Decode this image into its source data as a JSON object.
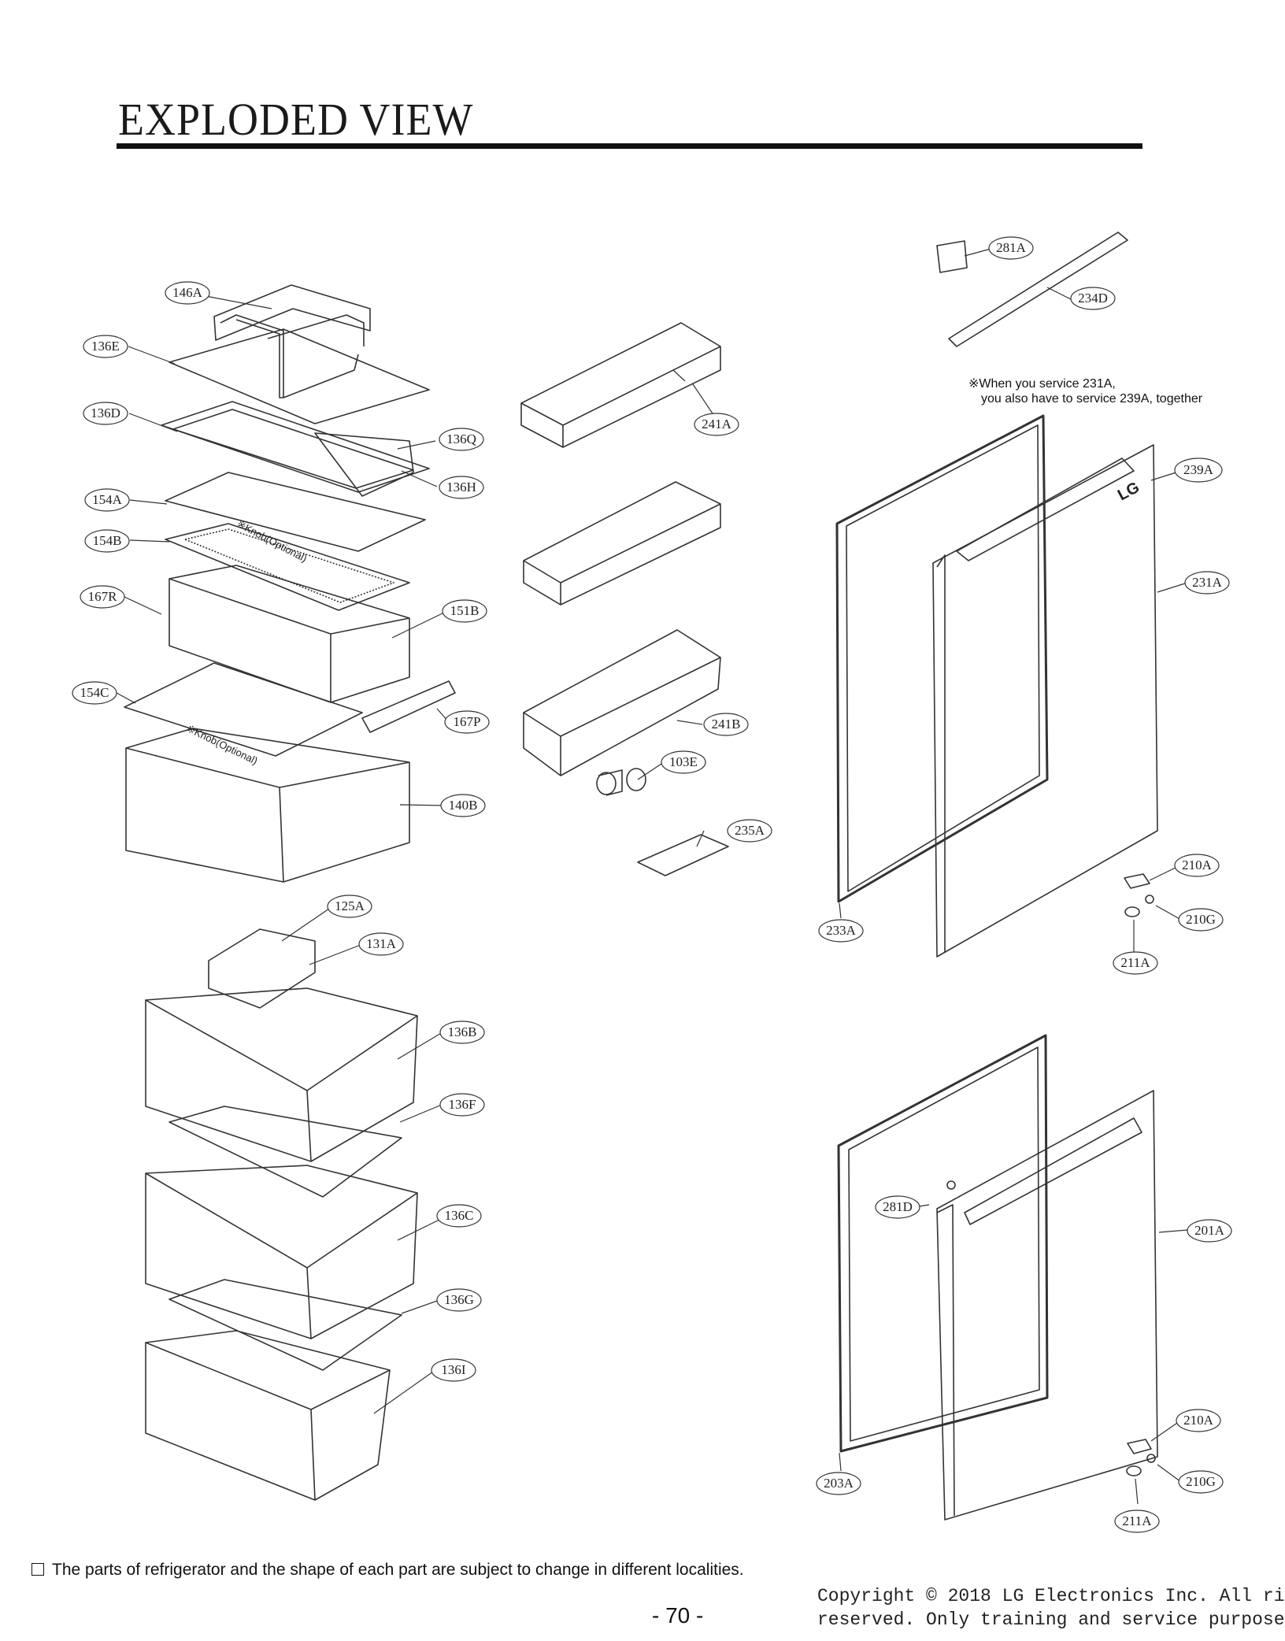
{
  "page": {
    "title": "EXPLODED VIEW",
    "service_note_line1": "※When you service 231A,",
    "service_note_line2": "you also have to service 239A,  together",
    "footer_note": "The parts of refrigerator and the shape of each part are subject to change in different localities.",
    "page_number": "- 70 -",
    "copyright_line1": "Copyright © 2018 LG Electronics Inc. All ri",
    "copyright_line2": "reserved. Only training and service purpose"
  },
  "annotations": {
    "knob_upper": "※Knob(Optional)",
    "knob_lower": "※Knob(Optional)",
    "brand_logo": "LG"
  },
  "parts": [
    {
      "id": "146A"
    },
    {
      "id": "136E"
    },
    {
      "id": "136D"
    },
    {
      "id": "136Q"
    },
    {
      "id": "136H"
    },
    {
      "id": "154A"
    },
    {
      "id": "154B"
    },
    {
      "id": "167R"
    },
    {
      "id": "151B"
    },
    {
      "id": "154C"
    },
    {
      "id": "167P"
    },
    {
      "id": "140B"
    },
    {
      "id": "125A"
    },
    {
      "id": "131A"
    },
    {
      "id": "136B"
    },
    {
      "id": "136F"
    },
    {
      "id": "136C"
    },
    {
      "id": "136G"
    },
    {
      "id": "136I"
    },
    {
      "id": "241A"
    },
    {
      "id": "241B"
    },
    {
      "id": "103E"
    },
    {
      "id": "235A"
    },
    {
      "id": "281A"
    },
    {
      "id": "234D"
    },
    {
      "id": "239A"
    },
    {
      "id": "231A"
    },
    {
      "id": "210A"
    },
    {
      "id": "210G"
    },
    {
      "id": "211A"
    },
    {
      "id": "233A"
    },
    {
      "id": "281D"
    },
    {
      "id": "201A"
    },
    {
      "id": "210A"
    },
    {
      "id": "210G"
    },
    {
      "id": "211A"
    },
    {
      "id": "203A"
    }
  ]
}
